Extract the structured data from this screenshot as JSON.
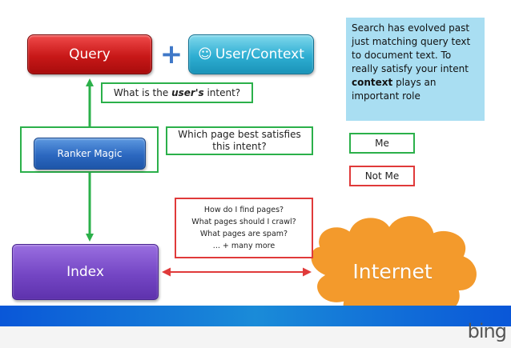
{
  "nodes": {
    "query": "Query",
    "plus": "+",
    "user_context_icon": "☺",
    "user_context": "User/Context",
    "ranker": "Ranker Magic",
    "index": "Index",
    "internet": "Internet"
  },
  "callouts": {
    "intent_prefix": "What is the ",
    "intent_emphasis": "user's",
    "intent_suffix": " intent?",
    "which_page": "Which page best satisfies this intent?",
    "crawl_questions": [
      "How do I find pages?",
      "What pages should I crawl?",
      "What pages are spam?",
      "... + many more"
    ]
  },
  "note": {
    "part1": "Search has evolved past just matching query text to document text.  To really satisfy your intent ",
    "bold": "context",
    "part2": " plays an important role"
  },
  "legend": {
    "me": "Me",
    "not_me": "Not Me"
  },
  "footer": {
    "logo_text": "bing"
  },
  "colors": {
    "green": "#2bb04a",
    "red": "#e03a3a",
    "footer_blue": "#0a57d8"
  }
}
